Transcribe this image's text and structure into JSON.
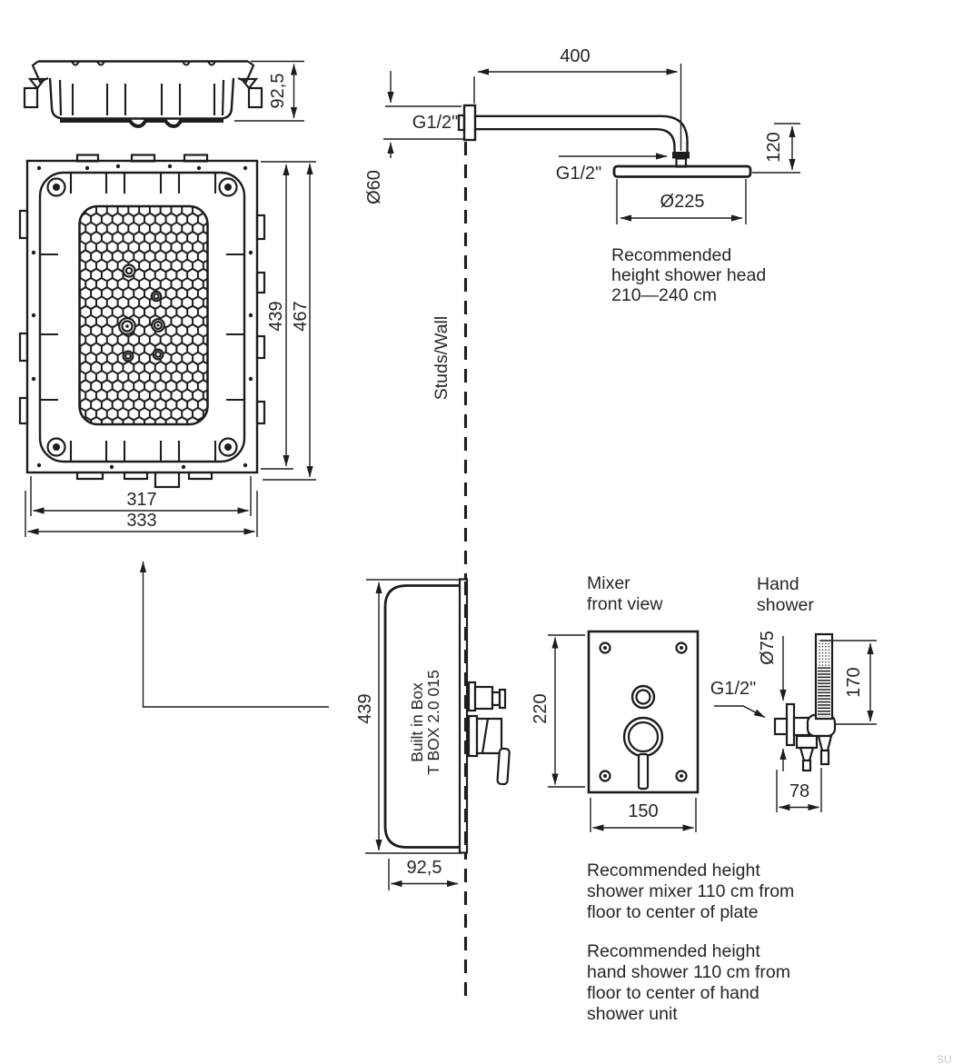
{
  "colors": {
    "line": "#1d1d1d",
    "text": "#262626",
    "watermark": "#c8c8c8"
  },
  "box_side_view": {
    "height_dim": "92,5"
  },
  "box_front_view": {
    "inner_height_dim": "439",
    "outer_height_dim": "467",
    "inner_width_dim": "317",
    "outer_width_dim": "333"
  },
  "overhead_shower": {
    "arm_length_dim": "400",
    "wall_thread": "G1/2\"",
    "escutcheon_dim": "Ø60",
    "head_thread": "G1/2\"",
    "drop_dim": "120",
    "head_diameter_dim": "Ø225",
    "note": [
      "Recommended",
      "height shower head",
      "210—240 cm"
    ]
  },
  "wall": {
    "label": "Studs/Wall"
  },
  "installed_side_view": {
    "height_dim": "439",
    "depth_dim": "92,5",
    "box_name": [
      "Built in Box",
      "T BOX 2.0 015"
    ]
  },
  "mixer": {
    "title": [
      "Mixer",
      "front view"
    ],
    "height_dim": "220",
    "width_dim": "150",
    "outlet_thread": "G1/2\""
  },
  "hand_shower": {
    "title": [
      "Hand",
      "shower"
    ],
    "escutcheon_dim": "Ø75",
    "length_dim": "170",
    "offset_dim": "78"
  },
  "notes": {
    "mixer": [
      "Recommended height",
      "shower mixer 110 cm from",
      "floor to center of plate"
    ],
    "hand_shower": [
      "Recommended height",
      "hand shower 110 cm from",
      "floor to center of hand",
      "shower unit"
    ]
  },
  "watermark": "SU"
}
